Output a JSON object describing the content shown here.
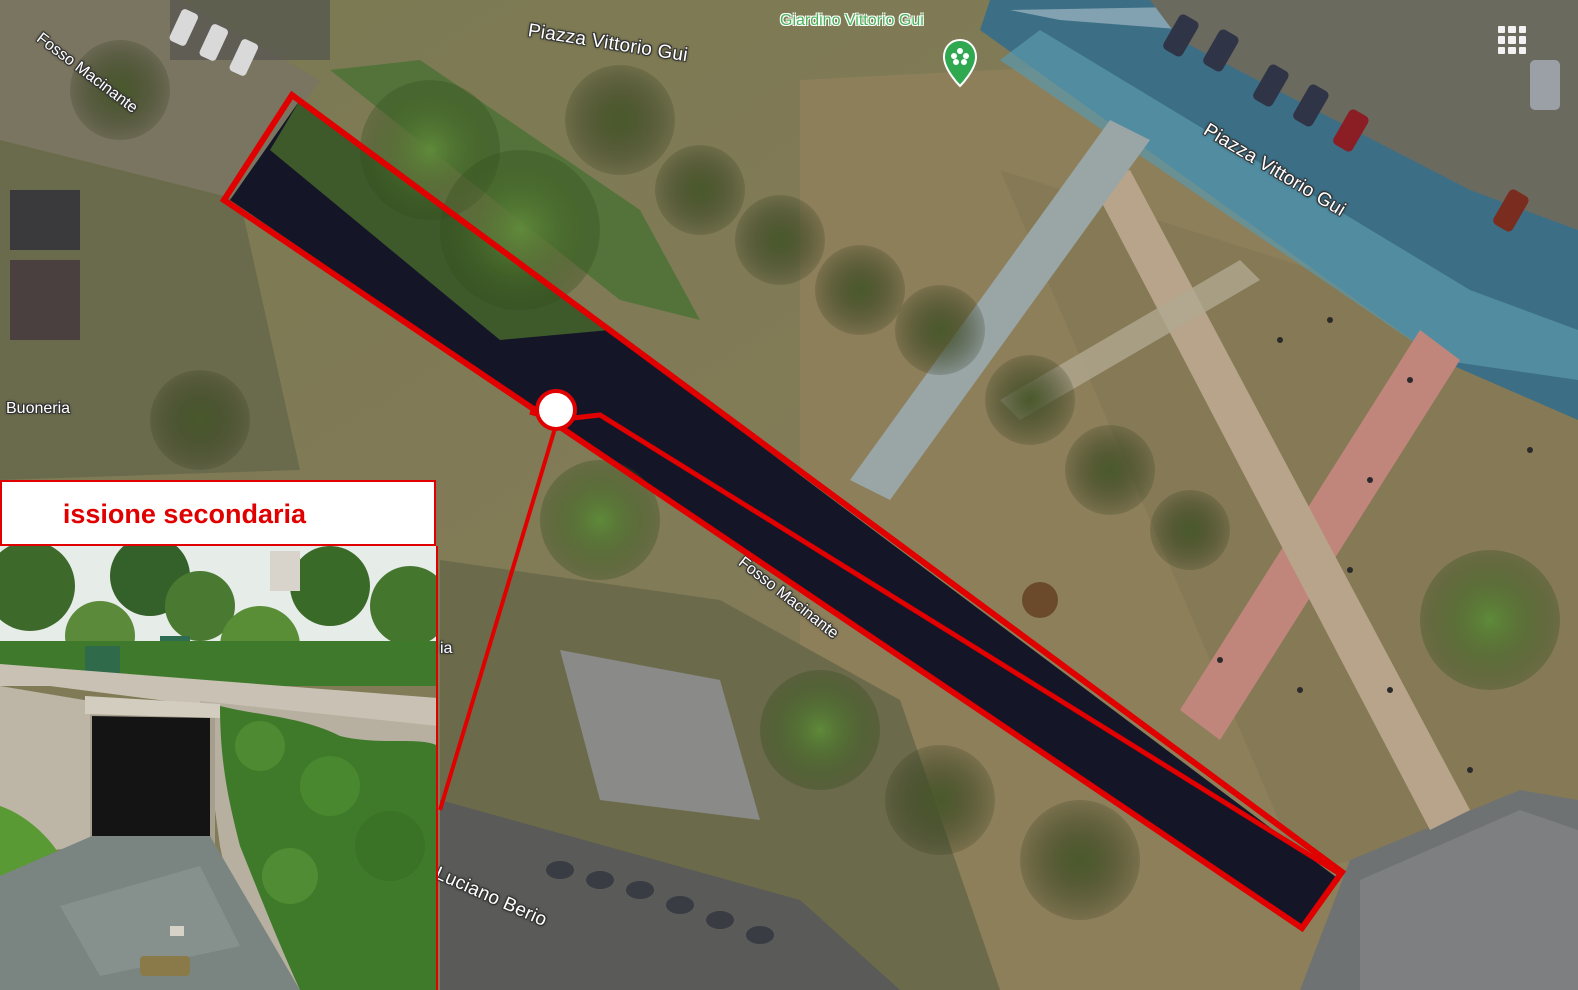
{
  "map": {
    "street_labels": {
      "piazza_top": "Piazza Vittorio Gui",
      "piazza_right": "Piazza Vittorio Gui",
      "fosso_top_left": "Fosso Macinante",
      "fosso_center": "Fosso Macinante",
      "luciano_berio": "Luciano Berio",
      "buoneria": "Buoneria",
      "partial_ia": "ia"
    },
    "poi": {
      "giardino_label": "Giardino Vittorio Gui",
      "giardino_icon": "park-pin-icon"
    },
    "controls": {
      "apps_icon": "apps-grid-icon"
    },
    "highlight_color": "#e00000"
  },
  "inset": {
    "title": "issione secondaria",
    "photo_icon": "culvert-tunnel-photo"
  }
}
